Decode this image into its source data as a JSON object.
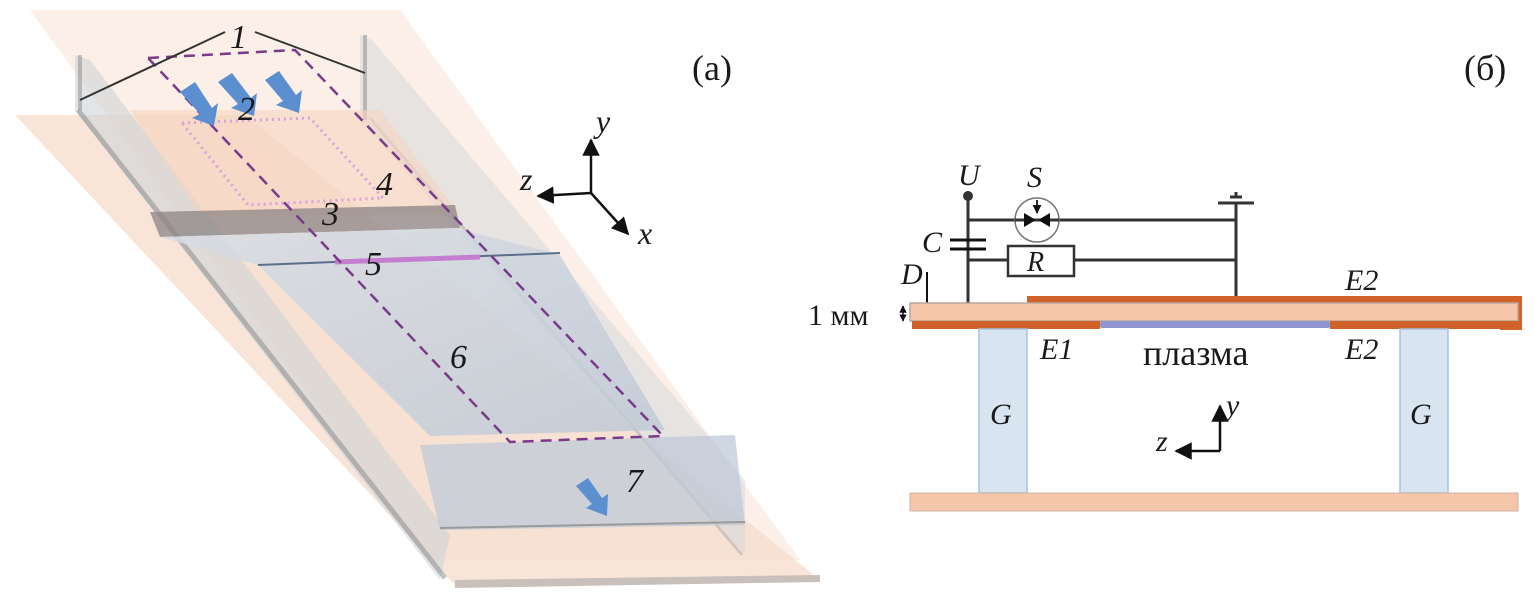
{
  "panel_a": {
    "label": "(a)",
    "callouts": [
      "1",
      "2",
      "3",
      "4",
      "5",
      "6",
      "7"
    ],
    "axes": {
      "x": "x",
      "y": "y",
      "z": "z"
    }
  },
  "panel_b": {
    "label": "(б)",
    "circuit": {
      "U": "U",
      "S": "S",
      "C": "C",
      "R": "R",
      "D": "D"
    },
    "thickness_label": "1 мм",
    "electrodes": {
      "e1": "E1",
      "e2_top": "E2",
      "e2_bottom": "E2"
    },
    "plasma_label": "плазма",
    "spacers": {
      "left": "G",
      "right": "G"
    },
    "axes": {
      "y": "y",
      "z": "z"
    }
  },
  "colors": {
    "dielectric": "#f5c6aa",
    "electrode": "#d0622a",
    "plasma": "#8f96cf",
    "spacer": "#d8e4f0",
    "glass": "#c9d2dd",
    "plate": "#f8e1d3",
    "dashed": "#7a3a8c",
    "arrow_blue": "#5b8fcf"
  }
}
